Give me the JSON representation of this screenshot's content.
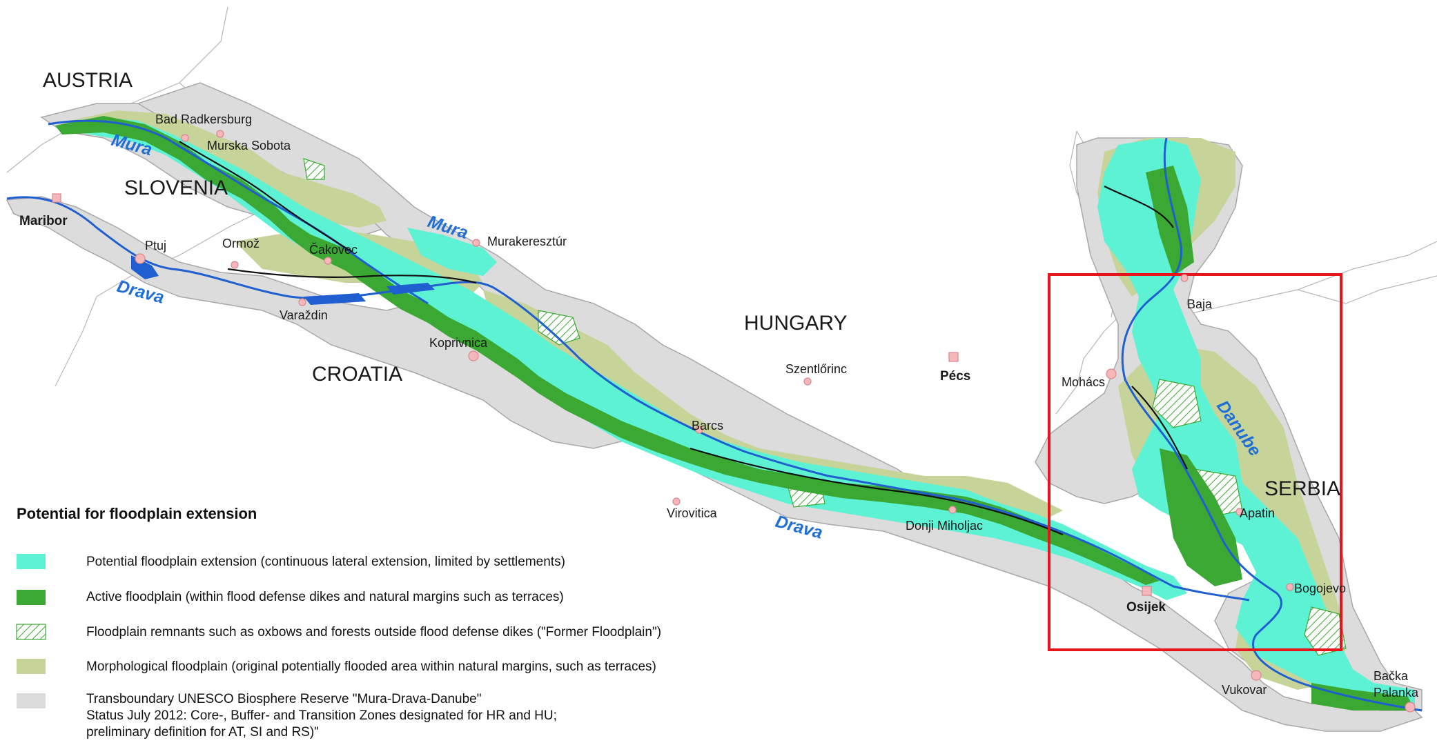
{
  "countries": {
    "austria": "AUSTRIA",
    "slovenia": "SLOVENIA",
    "croatia": "CROATIA",
    "hungary": "HUNGARY",
    "serbia": "SERBIA"
  },
  "rivers": {
    "mura1": "Mura",
    "mura2": "Mura",
    "drava1": "Drava",
    "drava2": "Drava",
    "danube": "Danube"
  },
  "towns": {
    "bad_radkersburg": "Bad Radkersburg",
    "murska_sobota": "Murska Sobota",
    "maribor": "Maribor",
    "ptuj": "Ptuj",
    "ormoz": "Ormož",
    "cakovec": "Čakovec",
    "murakeresztur": "Murakeresztúr",
    "varazdin": "Varaždin",
    "koprivnica": "Koprivnica",
    "szentlorinc": "Szentlőrinc",
    "pecs": "Pécs",
    "barcs": "Barcs",
    "virovitica": "Virovitica",
    "donji_miholjac": "Donji Miholjac",
    "baja": "Baja",
    "mohacs": "Mohács",
    "apatin": "Apatin",
    "bogojevo": "Bogojevo",
    "osijek": "Osijek",
    "vukovar": "Vukovar",
    "backa_palanka_1": "Bačka",
    "backa_palanka_2": "Palanka"
  },
  "legend": {
    "title": "Potential for floodplain extension",
    "items": [
      {
        "text": "Potential floodplain extension (continuous lateral extension, limited by settlements)",
        "color": "#5ef2d5"
      },
      {
        "text": "Active floodplain (within flood defense dikes and natural margins such as terraces)",
        "color": "#3aa832"
      },
      {
        "text": "Floodplain remnants such as oxbows and forests outside flood defense dikes (\"Former Floodplain\")",
        "color": "#7dc56a"
      },
      {
        "text": "Morphological floodplain (original potentially flooded area within natural margins, such as terraces)",
        "color": "#c6d49a"
      },
      {
        "text": "Transboundary UNESCO Biosphere Reserve \"Mura-Drava-Danube\"",
        "color": "#dcdcdc"
      }
    ],
    "item5_line2": "Status July 2012: Core-, Buffer- and Transition Zones designated for HR and HU;",
    "item5_line3": "preliminary definition for AT, SI and RS)\""
  },
  "colors": {
    "reserve": "#dcdcdc",
    "morph": "#c6d49a",
    "potential": "#5ef2d5",
    "active": "#3aa832",
    "river": "#1f5fd0",
    "dike": "#111111",
    "highlight_box": "#e8141b",
    "town_marker": "#f6b7bb"
  }
}
